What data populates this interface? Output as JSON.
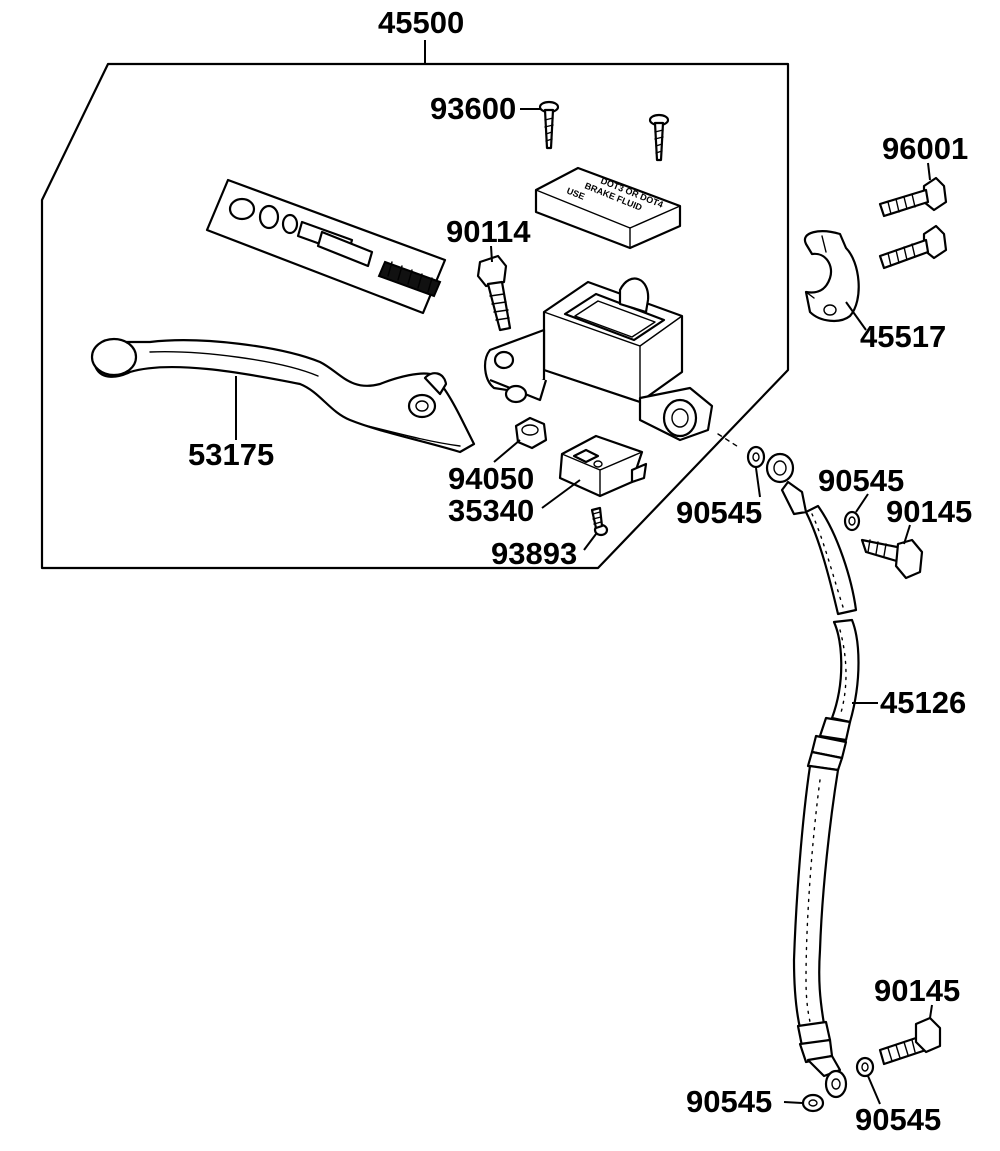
{
  "diagram": {
    "parts": [
      {
        "id": "p45500",
        "number": "45500"
      },
      {
        "id": "p93600",
        "number": "93600"
      },
      {
        "id": "p96001",
        "number": "96001"
      },
      {
        "id": "p90114",
        "number": "90114"
      },
      {
        "id": "p45517",
        "number": "45517"
      },
      {
        "id": "p53175",
        "number": "53175"
      },
      {
        "id": "p94050",
        "number": "94050"
      },
      {
        "id": "p35340",
        "number": "35340"
      },
      {
        "id": "p93893",
        "number": "93893"
      },
      {
        "id": "p90545a",
        "number": "90545"
      },
      {
        "id": "p90545b",
        "number": "90545"
      },
      {
        "id": "p90145a",
        "number": "90145"
      },
      {
        "id": "p45126",
        "number": "45126"
      },
      {
        "id": "p90145b",
        "number": "90145"
      },
      {
        "id": "p90545c",
        "number": "90545"
      },
      {
        "id": "p90545d",
        "number": "90545"
      }
    ],
    "reservoir_cap_text": [
      "USE",
      "BRAKE FLUID",
      "DOT3 OR DOT4"
    ]
  }
}
